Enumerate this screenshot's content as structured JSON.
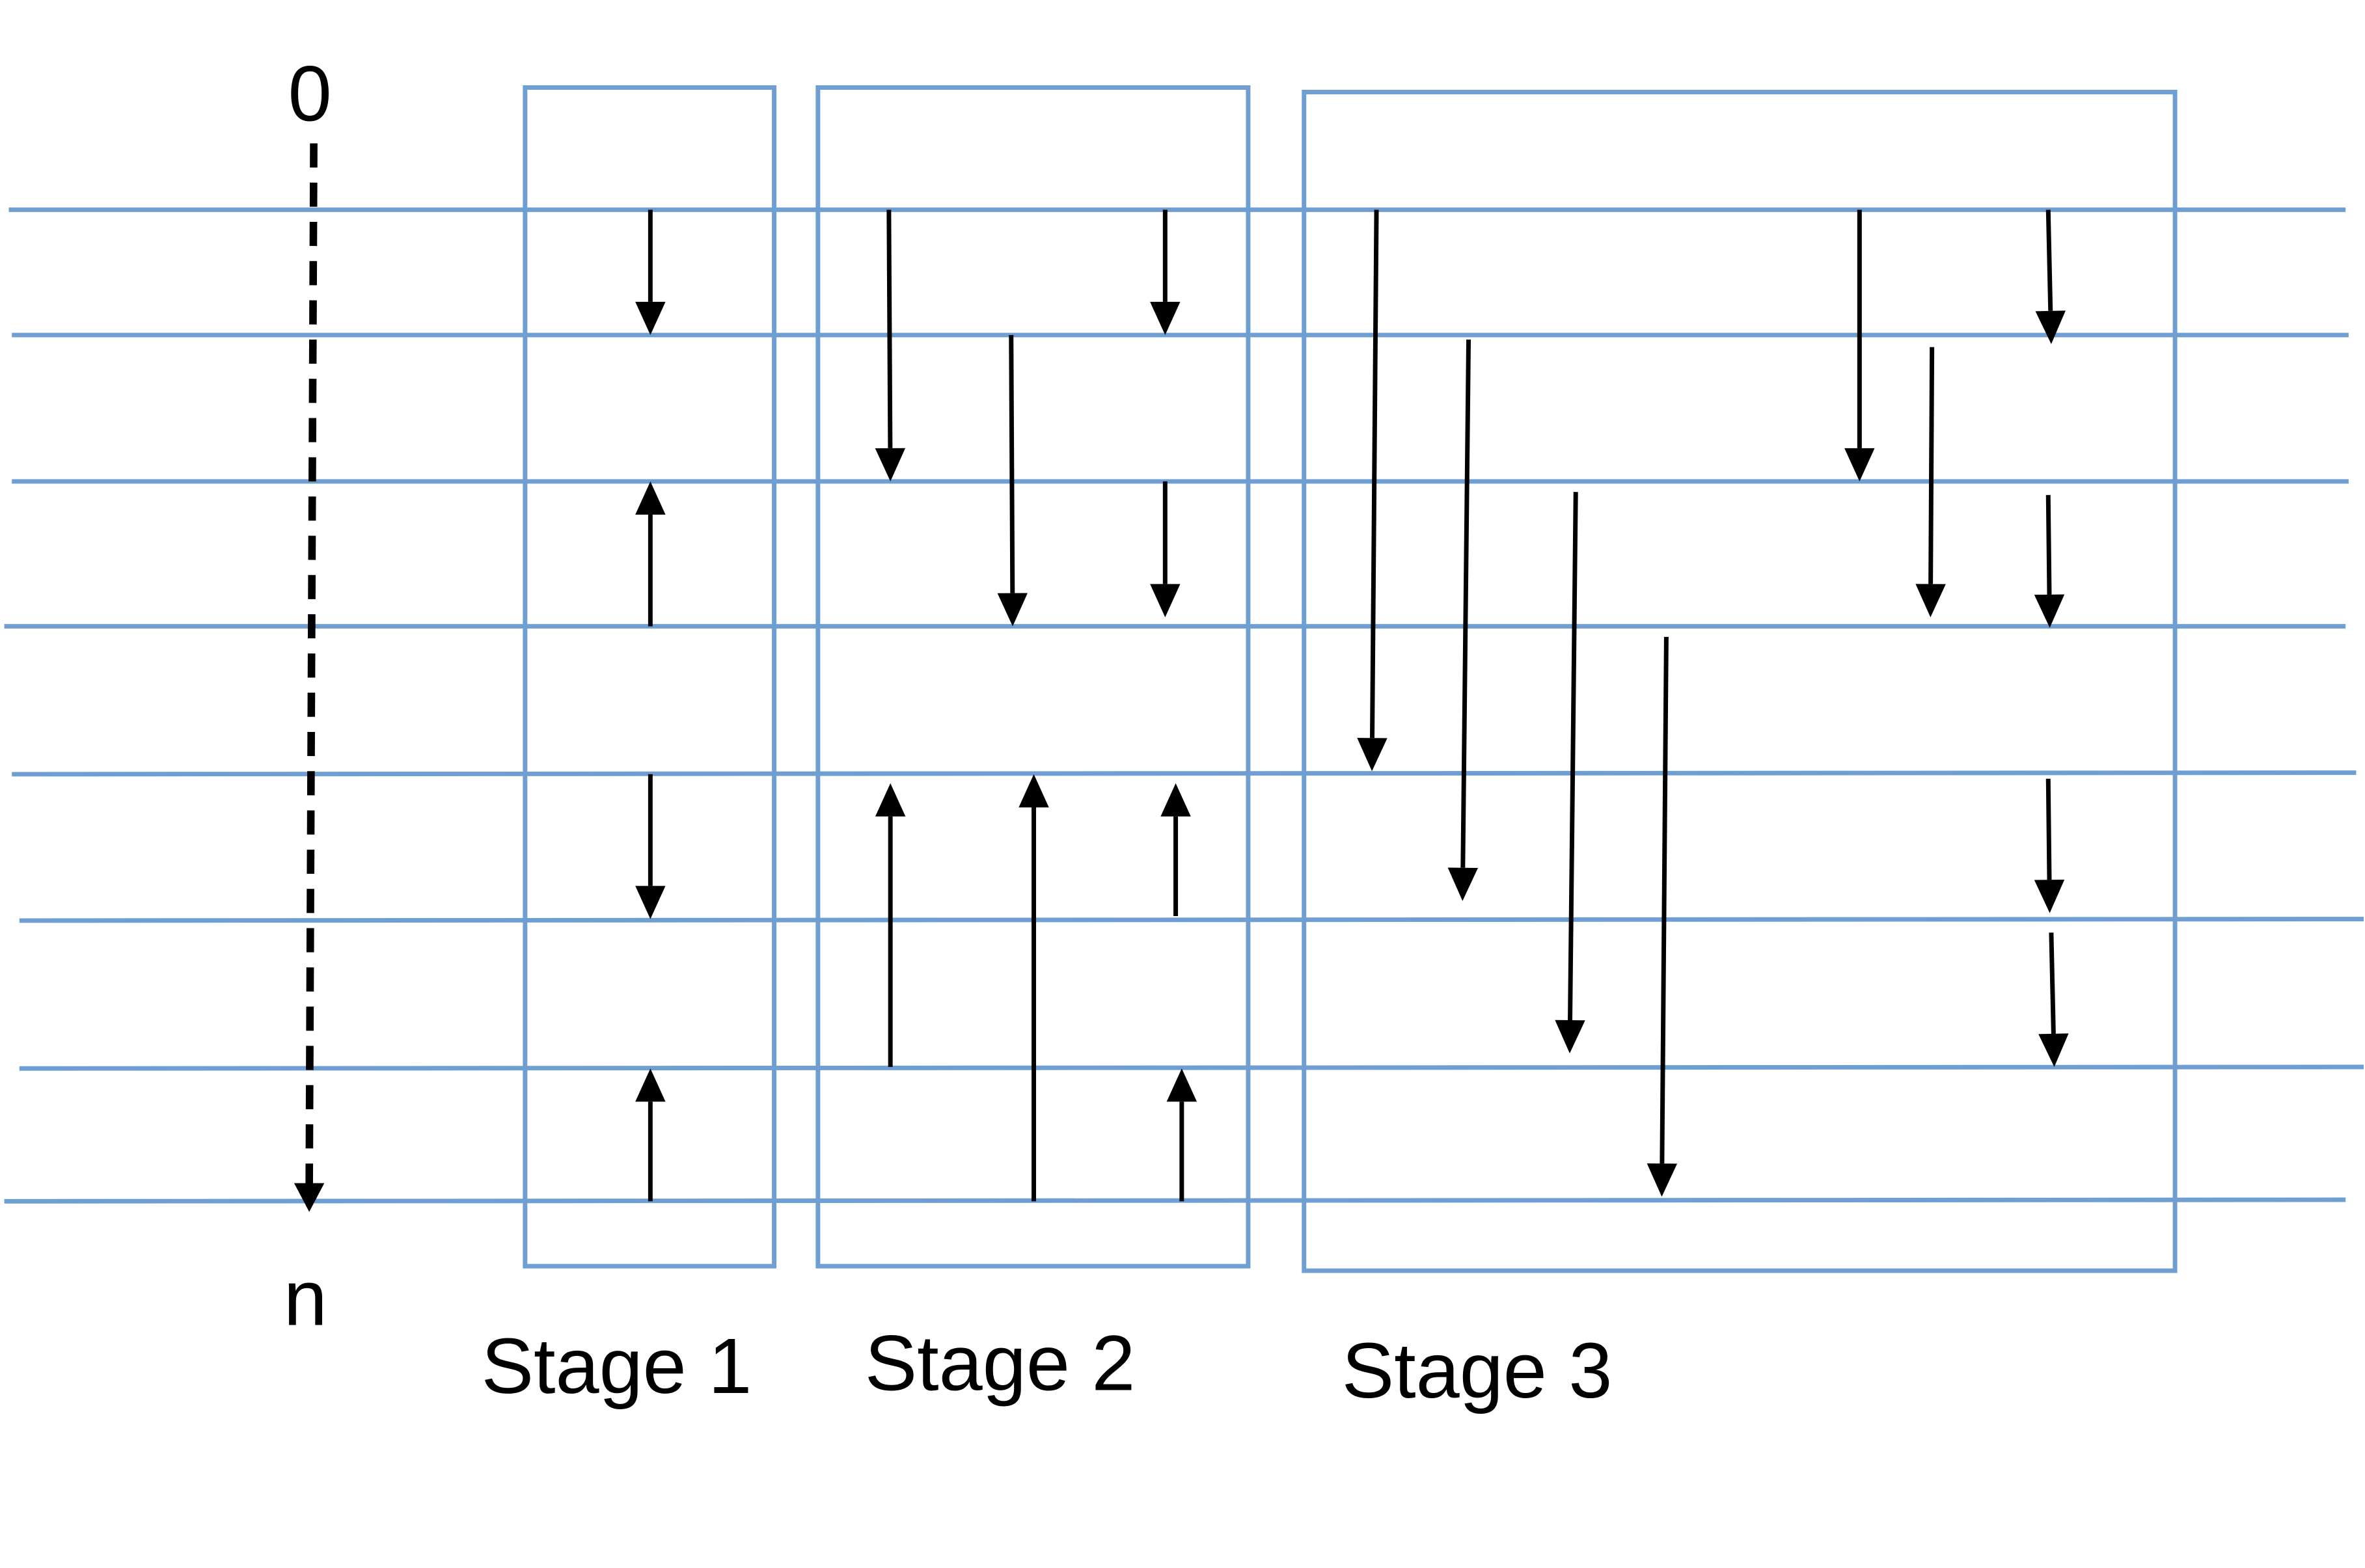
{
  "axis": {
    "start_label": "0",
    "end_label": "n"
  },
  "stages": [
    {
      "id": "stage-1",
      "label": "Stage 1"
    },
    {
      "id": "stage-2",
      "label": "Stage 2"
    },
    {
      "id": "stage-3",
      "label": "Stage 3"
    }
  ],
  "colors": {
    "line": "#6f9fd2",
    "box": "#6f9fd2",
    "arrow": "#000000"
  }
}
